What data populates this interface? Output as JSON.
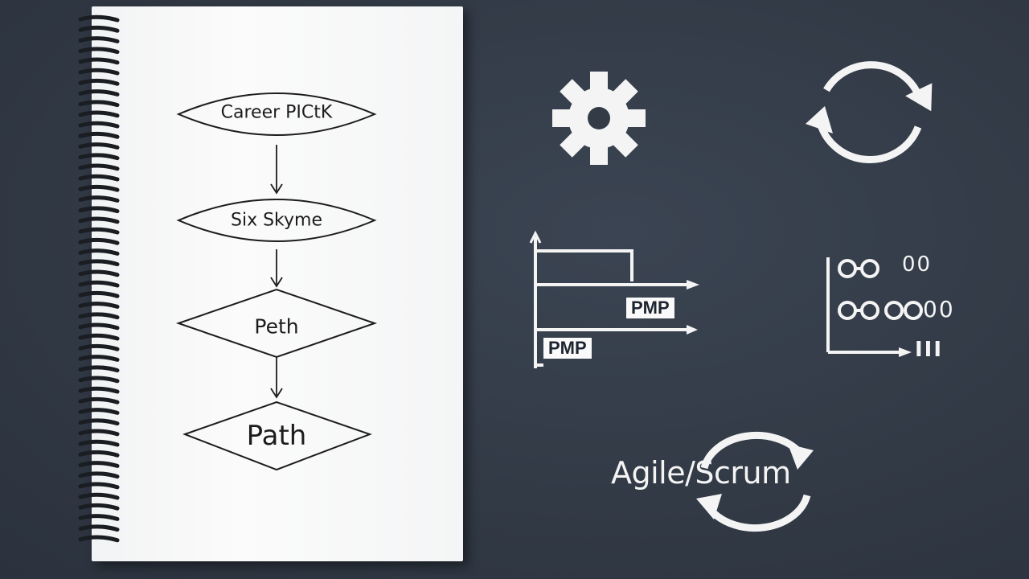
{
  "notebook": {
    "flowchart": {
      "nodes": [
        {
          "label": "Career PICtK"
        },
        {
          "label": "Six Skyme"
        },
        {
          "label": "Peth"
        },
        {
          "label": "Path"
        }
      ]
    }
  },
  "icons": {
    "gear": "gear-icon",
    "cycle": "cycle-arrows-icon",
    "gantt": "gantt-chart-icon",
    "dots": "dot-matrix-chart-icon",
    "agile_cycle": "agile-cycle-arrows-icon"
  },
  "gantt": {
    "pmp_top": "PMP",
    "pmp_bottom": "PMP"
  },
  "dot_chart": {
    "row1_tail": "00",
    "row2_tail": "00",
    "axis_tail": "III"
  },
  "agile": {
    "label": "Agile/Scrum"
  },
  "colors": {
    "background": "#323a46",
    "paper": "#f8f8f8",
    "ink": "#1c1c1c",
    "icon": "#f4f4f4"
  }
}
